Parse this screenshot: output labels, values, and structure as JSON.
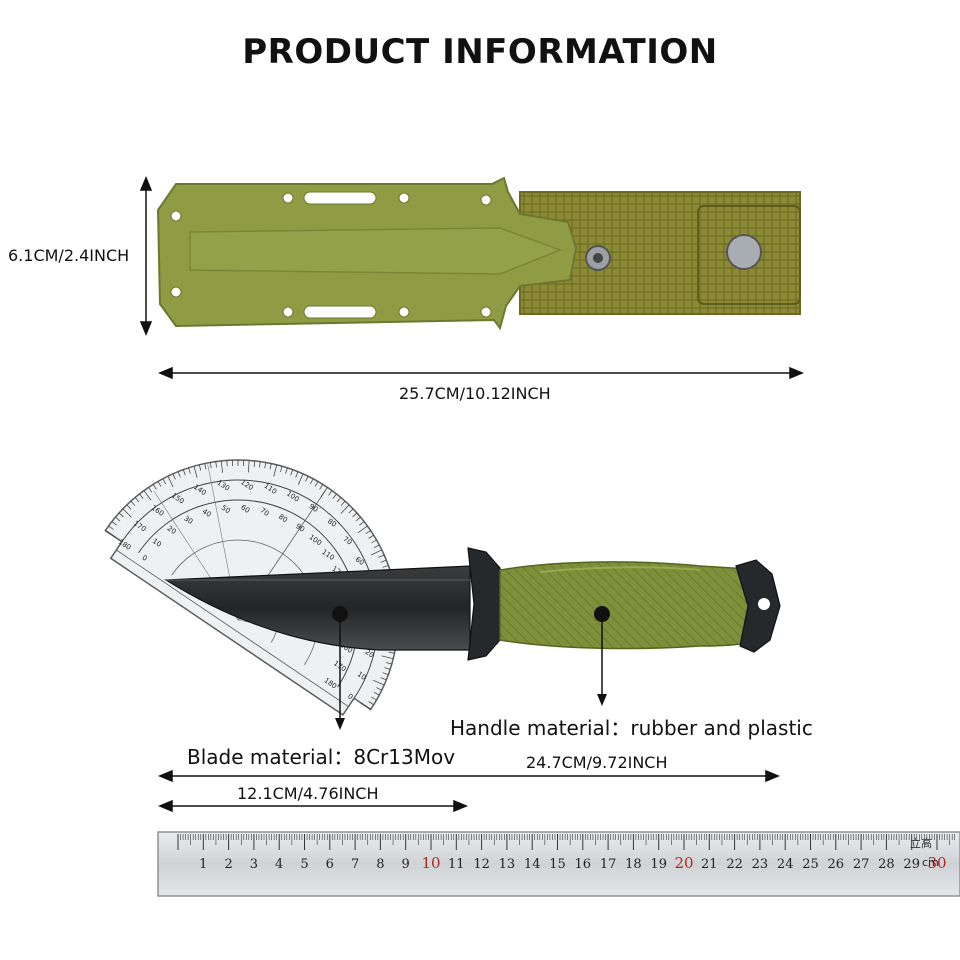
{
  "title": "PRODUCT INFORMATION",
  "sheath": {
    "height_label": "6.1CM/2.4INCH",
    "length_label": "25.7CM/10.12INCH",
    "color": "#8f9c43",
    "strap_color": "#8a8a2e"
  },
  "knife": {
    "blade_material_label": "Blade material：8Cr13Mov",
    "handle_material_label": "Handle material：rubber and plastic",
    "total_length_label": "24.7CM/9.72INCH",
    "blade_length_label": "12.1CM/4.76INCH",
    "handle_color": "#7f8f3a",
    "blade_color": "#2b2d2f"
  },
  "ruler": {
    "numbers": [
      "1",
      "2",
      "3",
      "4",
      "5",
      "6",
      "7",
      "8",
      "9",
      "10",
      "11",
      "12",
      "13",
      "14",
      "15",
      "16",
      "17",
      "18",
      "19",
      "20",
      "21",
      "22",
      "23",
      "24",
      "25",
      "26",
      "27",
      "28",
      "29",
      "30"
    ],
    "unit": "cm",
    "brand": "立高"
  },
  "protractor": {
    "outer_scale": [
      "180",
      "170",
      "160",
      "150",
      "140",
      "130",
      "120",
      "110",
      "100",
      "90",
      "80",
      "70",
      "60",
      "50",
      "40",
      "30",
      "20",
      "10",
      "0"
    ],
    "inner_scale": [
      "0",
      "10",
      "20",
      "30",
      "40",
      "50",
      "60",
      "70",
      "80",
      "90",
      "100",
      "110",
      "120",
      "130",
      "140",
      "150",
      "160",
      "170",
      "180"
    ]
  }
}
